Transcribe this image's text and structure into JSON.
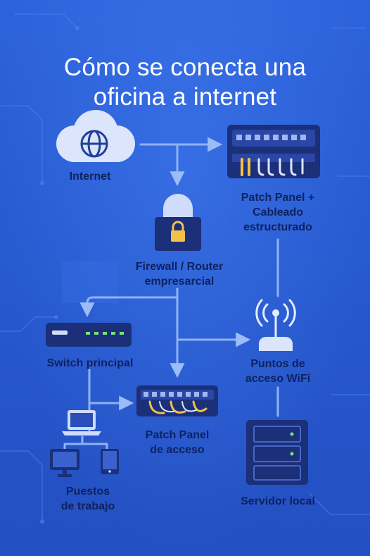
{
  "title": {
    "line1": "Cómo se conecta una",
    "line2": "oficina a internet"
  },
  "nodes": {
    "internet": {
      "label": "Internet",
      "icon": "cloud-globe-icon"
    },
    "patch_panel_main": {
      "label_lines": [
        "Patch Panel +",
        "Cableado",
        "estructurado"
      ],
      "icon": "patch-panel-icon"
    },
    "firewall": {
      "label_lines": [
        "Firewall / Router",
        "empresarcial"
      ],
      "icon": "lock-icon"
    },
    "switch": {
      "label": "Switch principal",
      "icon": "switch-icon"
    },
    "wifi": {
      "label_lines": [
        "Puntos de",
        "acceso WiFi"
      ],
      "icon": "wifi-access-point-icon"
    },
    "patch_panel_access": {
      "label_lines": [
        "Patch Panel",
        "de acceso"
      ],
      "icon": "patch-panel-icon"
    },
    "workstations": {
      "label_lines": [
        "Puestos",
        "de trabajo"
      ],
      "icons": [
        "laptop-icon",
        "monitor-icon",
        "tablet-icon"
      ]
    },
    "server": {
      "label": "Servidor local",
      "icon": "server-icon"
    }
  },
  "colors": {
    "background": "#2a5fd6",
    "node_dark": "#1b2f7a",
    "node_light": "#cfdcfb",
    "accent_yellow": "#f2c14a",
    "accent_green": "#7be07b",
    "wire": "#8fb1f5"
  }
}
